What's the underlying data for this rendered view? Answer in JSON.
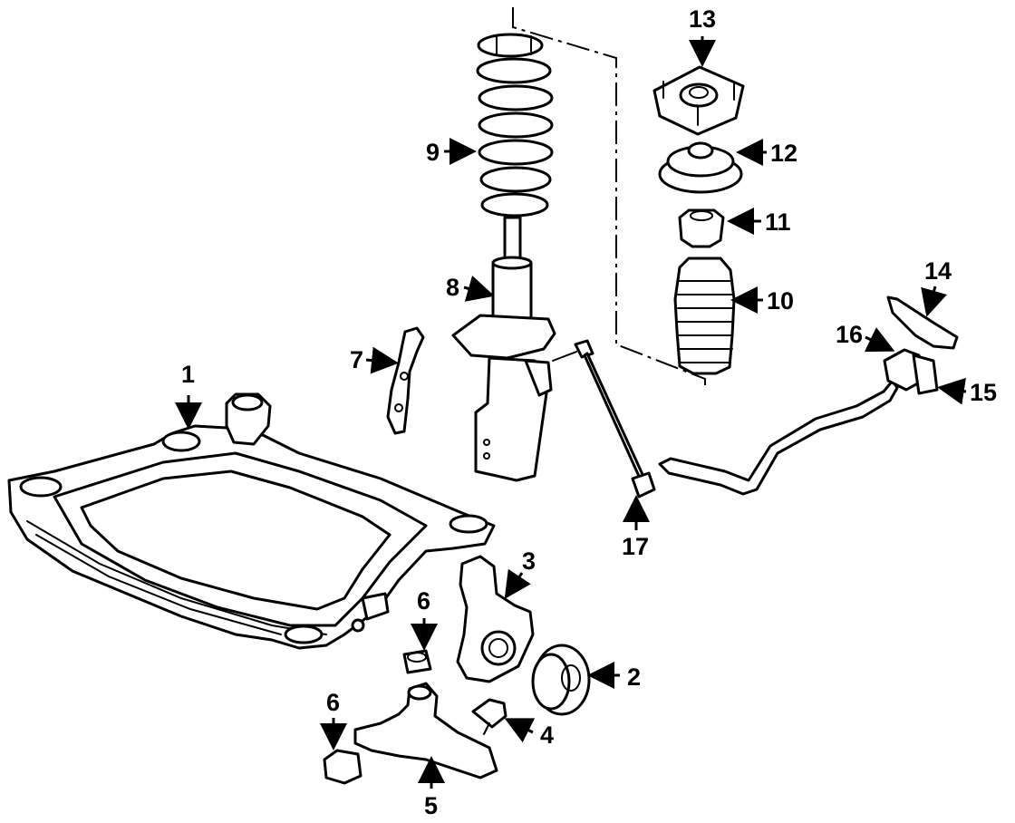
{
  "diagram": {
    "callouts": [
      {
        "id": "c1",
        "text": "1"
      },
      {
        "id": "c2",
        "text": "2"
      },
      {
        "id": "c3",
        "text": "3"
      },
      {
        "id": "c4",
        "text": "4"
      },
      {
        "id": "c5",
        "text": "5"
      },
      {
        "id": "c6a",
        "text": "6"
      },
      {
        "id": "c6b",
        "text": "6"
      },
      {
        "id": "c7",
        "text": "7"
      },
      {
        "id": "c8",
        "text": "8"
      },
      {
        "id": "c9",
        "text": "9"
      },
      {
        "id": "c10",
        "text": "10"
      },
      {
        "id": "c11",
        "text": "11"
      },
      {
        "id": "c12",
        "text": "12"
      },
      {
        "id": "c13",
        "text": "13"
      },
      {
        "id": "c14",
        "text": "14"
      },
      {
        "id": "c15",
        "text": "15"
      },
      {
        "id": "c16",
        "text": "16"
      },
      {
        "id": "c17",
        "text": "17"
      }
    ]
  },
  "colors": {
    "line": "#000000",
    "background": "#ffffff"
  }
}
